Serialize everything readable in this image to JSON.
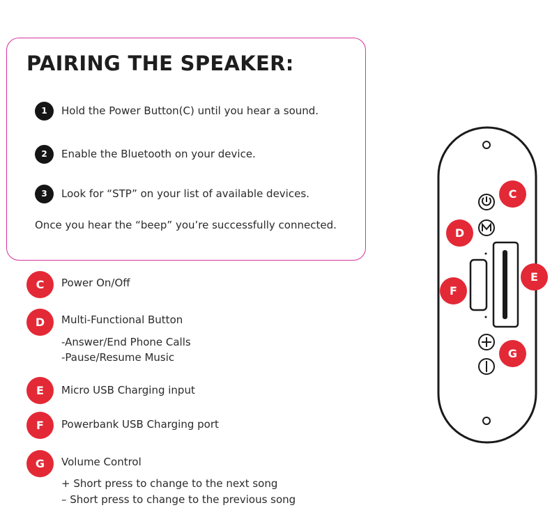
{
  "pairing": {
    "title": "PAIRING THE SPEAKER:",
    "steps": [
      {
        "num": "1",
        "text": "Hold the Power Button(C) until you hear a sound."
      },
      {
        "num": "2",
        "text": "Enable the Bluetooth on your device."
      },
      {
        "num": "3",
        "text": "Look for “STP” on your list of available devices."
      }
    ],
    "note": "Once you hear the “beep” you’re successfully connected."
  },
  "legend": [
    {
      "letter": "C",
      "label": "Power On/Off",
      "sub": []
    },
    {
      "letter": "D",
      "label": "Multi-Functional Button",
      "sub": [
        "-Answer/End Phone Calls",
        "-Pause/Resume Music"
      ]
    },
    {
      "letter": "E",
      "label": "Micro USB Charging input",
      "sub": []
    },
    {
      "letter": "F",
      "label": "Powerbank USB Charging port",
      "sub": []
    },
    {
      "letter": "G",
      "label": "Volume Control",
      "sub": [
        "+ Short press to change to the next song",
        "– Short press to change to the previous song"
      ]
    }
  ],
  "device_badges": {
    "c": "C",
    "d": "D",
    "e": "E",
    "f": "F",
    "g": "G"
  },
  "colors": {
    "accent_border": "#d6339a",
    "badge_red": "#e32936",
    "step_black": "#151515"
  },
  "icons": [
    "power-icon",
    "mode-button-icon",
    "volume-up-icon",
    "volume-down-icon",
    "mount-hole-icon"
  ]
}
